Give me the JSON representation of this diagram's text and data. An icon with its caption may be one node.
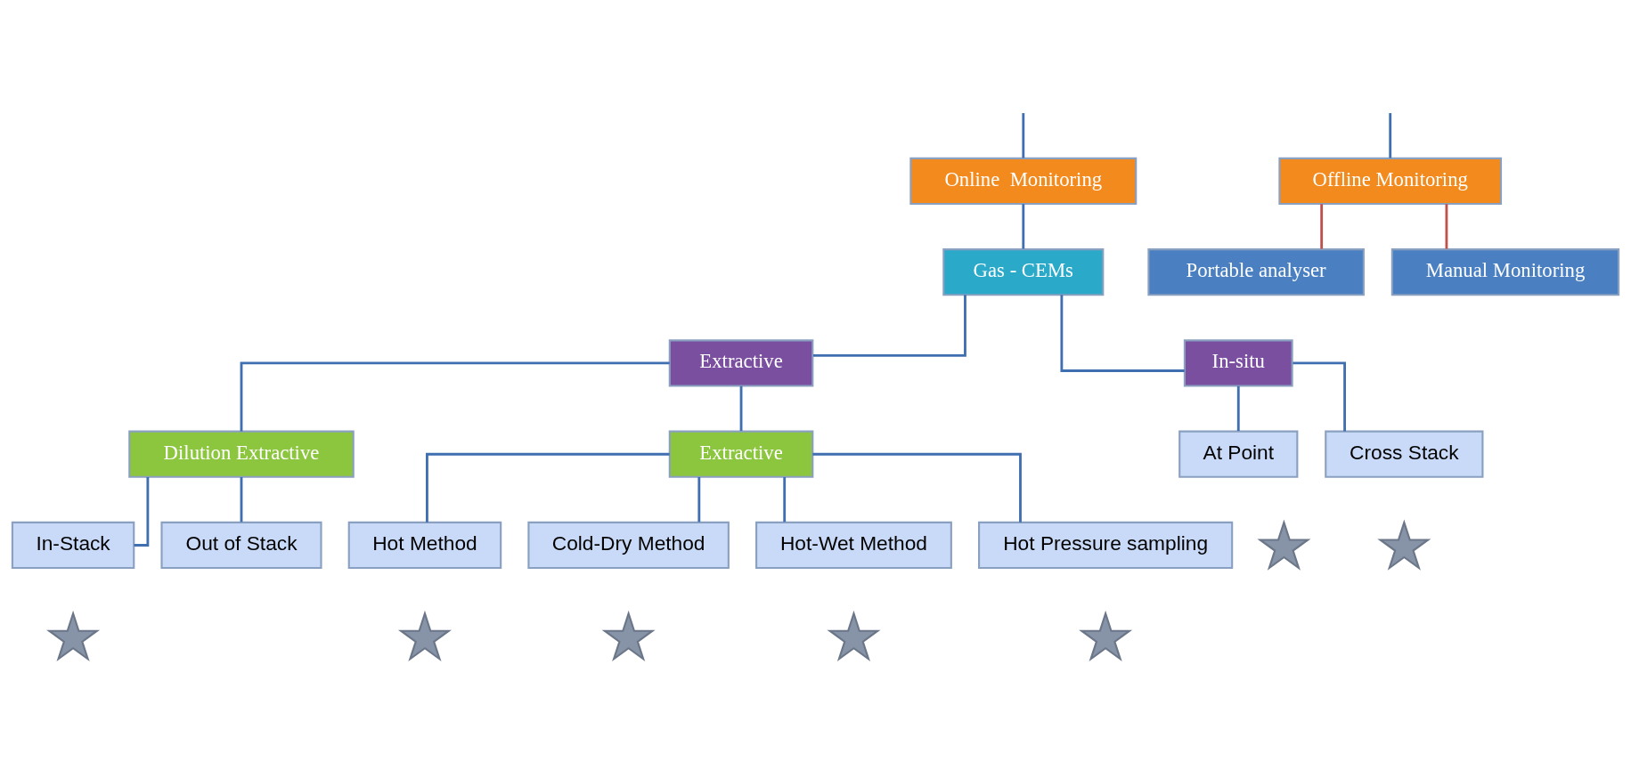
{
  "diagram": {
    "nodes": [
      {
        "text": [
          "Online  Monitoring"
        ]
      },
      {
        "text": [
          "Offline Monitoring"
        ]
      },
      {
        "text": [
          "Gas - CEMs"
        ]
      },
      {
        "text": [
          "Portable analyser"
        ]
      },
      {
        "text": [
          "Manual Monitoring"
        ]
      },
      {
        "text": [
          "Extractive"
        ]
      },
      {
        "text": [
          "In-situ"
        ]
      },
      {
        "text": [
          "Dilution Extractive"
        ]
      },
      {
        "text": [
          "Extractive"
        ]
      },
      {
        "text": [
          "At Point"
        ]
      },
      {
        "text": [
          "Cross Stack"
        ]
      },
      {
        "text": [
          "In-Stack"
        ]
      },
      {
        "text": [
          "Out of Stack"
        ]
      },
      {
        "text": [
          "Hot Method"
        ]
      },
      {
        "text": [
          "Cold-Dry Method"
        ]
      },
      {
        "text": [
          "Hot-Wet Method"
        ]
      },
      {
        "text": [
          "Hot Pressure sampling"
        ]
      },
      {
        "text": [],
        "shape": "star"
      },
      {
        "text": [],
        "shape": "star"
      },
      {
        "text": [],
        "shape": "star"
      },
      {
        "text": [],
        "shape": "star"
      },
      {
        "text": [],
        "shape": "star"
      },
      {
        "text": [],
        "shape": "star"
      },
      {
        "text": [],
        "shape": "star"
      }
    ],
    "edges": [
      {
        "from": null,
        "to": 0,
        "arrow": "none"
      },
      {
        "from": null,
        "to": 1,
        "arrow": "none"
      },
      {
        "from": 0,
        "to": 2,
        "arrow": "none"
      },
      {
        "from": 1,
        "to": 3,
        "arrow": "none",
        "color": "#c0504d"
      },
      {
        "from": 1,
        "to": 4,
        "arrow": "none",
        "color": "#c0504d"
      },
      {
        "from": 2,
        "to": 5,
        "arrow": "none"
      },
      {
        "from": 2,
        "to": 6,
        "arrow": "none"
      },
      {
        "from": 5,
        "to": 7,
        "arrow": "none"
      },
      {
        "from": 5,
        "to": 8,
        "arrow": "none"
      },
      {
        "from": 6,
        "to": 9,
        "arrow": "none"
      },
      {
        "from": 6,
        "to": 10,
        "arrow": "none"
      },
      {
        "from": 7,
        "to": 11,
        "arrow": "none"
      },
      {
        "from": 7,
        "to": 12,
        "arrow": "none"
      },
      {
        "from": 8,
        "to": 13,
        "arrow": "none"
      },
      {
        "from": 8,
        "to": 14,
        "arrow": "none"
      },
      {
        "from": 8,
        "to": 15,
        "arrow": "none"
      },
      {
        "from": 8,
        "to": 16,
        "arrow": "none"
      }
    ]
  }
}
